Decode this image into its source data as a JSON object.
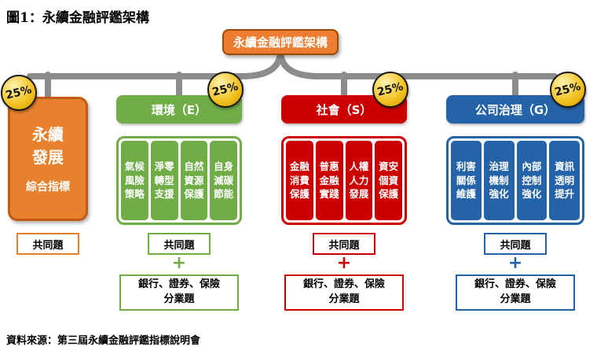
{
  "page": {
    "title": "圖1：永續金融評鑑架構",
    "source": "資料來源：第三屆永續金融評鑑指標說明會"
  },
  "root": {
    "label": "永續金融評鑑架構",
    "fill": "#ED7D31",
    "border": "#9C4A08"
  },
  "connector_color": "#8C8C8C",
  "badge_label": "25%",
  "columns": [
    {
      "name": "sustainable-development",
      "color": "#E8812E",
      "border": "#BF5B12",
      "badge": "25%",
      "title_main": "永續\n發展",
      "title_sub": "綜合指標",
      "common": "共同題"
    },
    {
      "name": "environment",
      "header": "環境（E）",
      "color": "#70AD47",
      "badge": "25%",
      "items": [
        "氣候\n風險\n策略",
        "淨零\n轉型\n支援",
        "自然\n資源\n保護",
        "自身\n減碳\n節能"
      ],
      "common": "共同題",
      "plus": "+",
      "sector": "銀行、證券、保險\n分業題"
    },
    {
      "name": "social",
      "header": "社會（S）",
      "color": "#CC0000",
      "badge": "25%",
      "items": [
        "金融\n消費\n保護",
        "普惠\n金融\n實踐",
        "人權\n人力\n發展",
        "資安\n個資\n保護"
      ],
      "common": "共同題",
      "plus": "+",
      "sector": "銀行、證券、保險\n分業題"
    },
    {
      "name": "governance",
      "header": "公司治理（G）",
      "color": "#2563A8",
      "badge": "25%",
      "items": [
        "利害\n關係\n維護",
        "治理\n機制\n強化",
        "內部\n控制\n強化",
        "資訊\n透明\n提升"
      ],
      "common": "共同題",
      "plus": "+",
      "sector": "銀行、證券、保險\n分業題"
    }
  ]
}
